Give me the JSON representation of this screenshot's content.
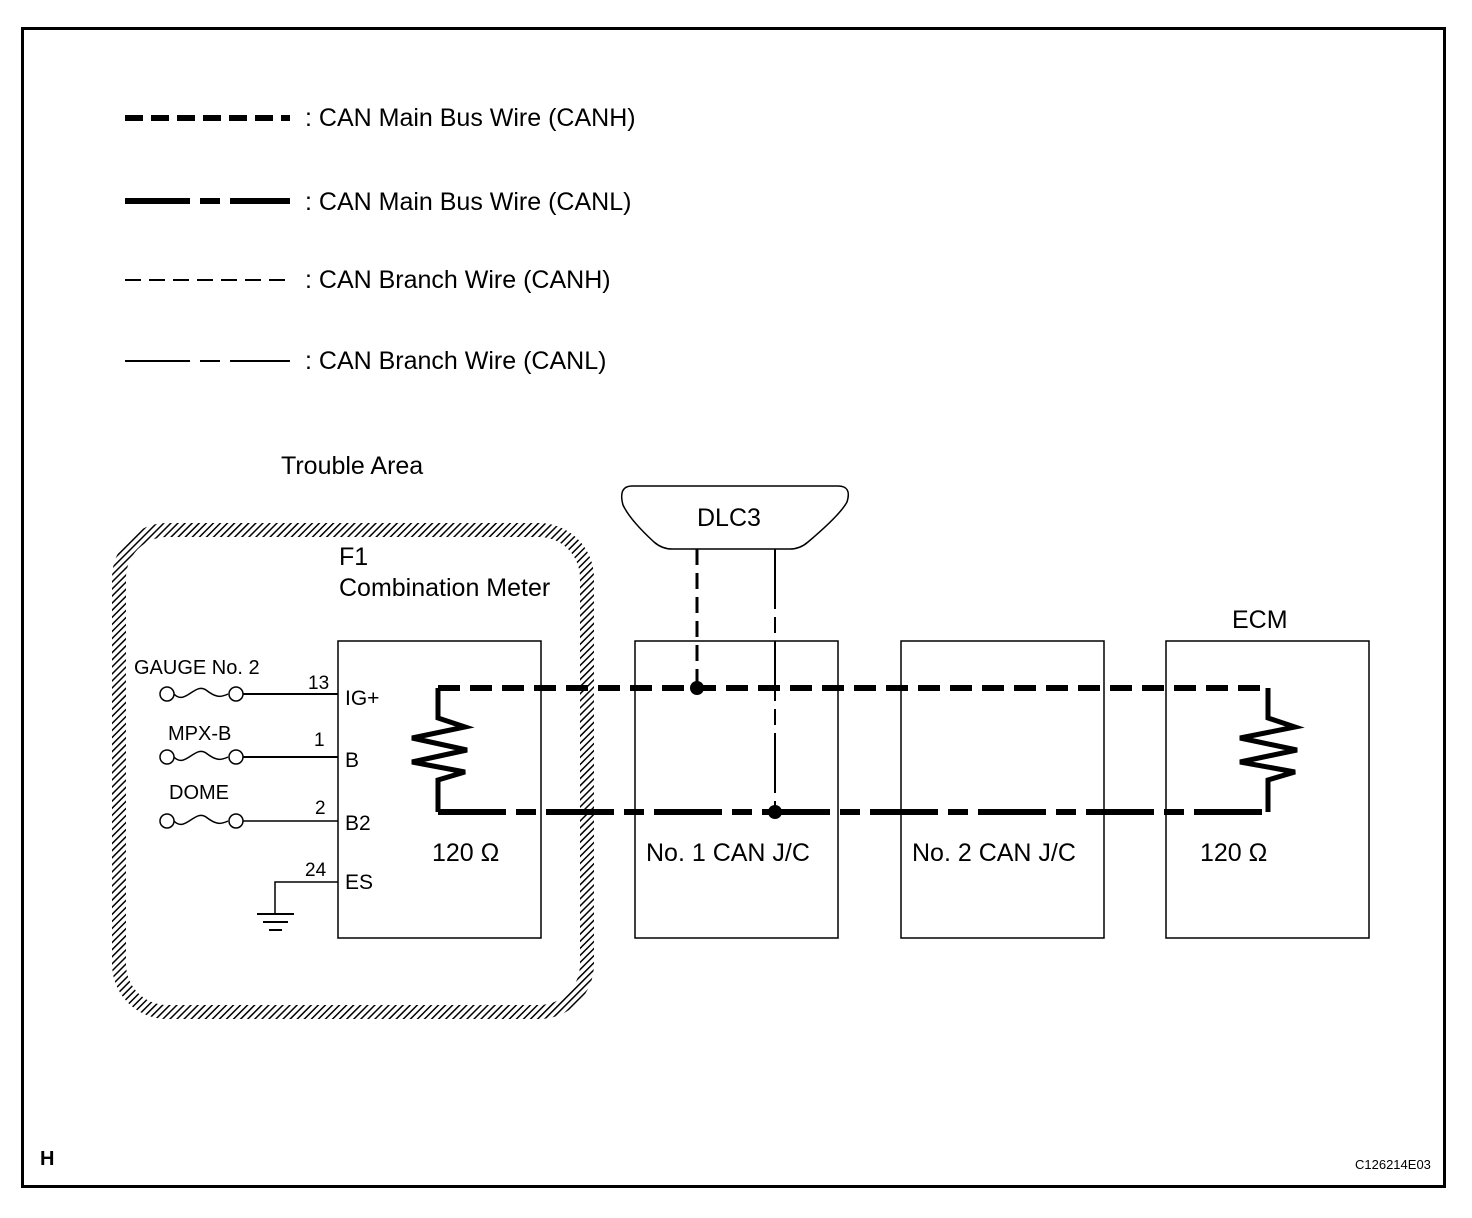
{
  "legend": [
    {
      "style": "main-canh",
      "label": ": CAN Main Bus Wire (CANH)"
    },
    {
      "style": "main-canl",
      "label": ": CAN Main Bus Wire (CANL)"
    },
    {
      "style": "branch-canh",
      "label": ": CAN Branch Wire (CANH)"
    },
    {
      "style": "branch-canl",
      "label": ": CAN Branch Wire (CANL)"
    }
  ],
  "trouble_area": {
    "label": "Trouble Area"
  },
  "combination_meter": {
    "connector": "F1",
    "name": "Combination Meter",
    "resistance": "120 Ω",
    "pins": [
      {
        "fuse": "GAUGE No. 2",
        "pin": "13",
        "terminal": "IG+"
      },
      {
        "fuse": "MPX-B",
        "pin": "1",
        "terminal": "B"
      },
      {
        "fuse": "DOME",
        "pin": "2",
        "terminal": "B2"
      },
      {
        "fuse": "",
        "pin": "24",
        "terminal": "ES"
      }
    ]
  },
  "dlc3": {
    "label": "DLC3"
  },
  "jc1": {
    "label": "No. 1 CAN J/C"
  },
  "jc2": {
    "label": "No. 2 CAN J/C"
  },
  "ecm": {
    "label": "ECM",
    "resistance": "120 Ω"
  },
  "footer": {
    "left": "H",
    "right": "C126214E03"
  }
}
